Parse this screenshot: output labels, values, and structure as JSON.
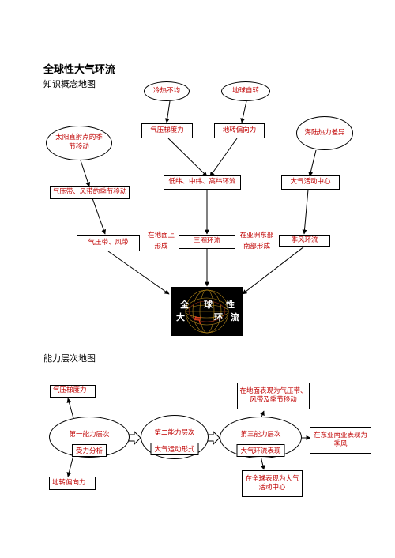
{
  "title": "全球性大气环流",
  "sections": {
    "concept_map": "知识概念地图",
    "ability_map": "能力层次地图"
  },
  "concept": {
    "uneven_heating": "冷热不均",
    "earth_rotation": "地球自转",
    "pressure_gradient": "气压梯度力",
    "coriolis": "地转偏向力",
    "land_sea": "海陆热力差异",
    "sun_shift": "太阳直射点的季节移动",
    "belts_shift": "气压带、风带的季节移动",
    "cells": "低纬、中纬、高纬环流",
    "centers": "大气活动中心",
    "belts": "气压带、风带",
    "three_cell": "三圈环流",
    "monsoon": "季风环流",
    "on_surface": "在地面上形成",
    "in_asia": "在亚洲东部南部形成",
    "globe_text": [
      "全",
      "球",
      "性",
      "大",
      "气",
      "环",
      "流"
    ]
  },
  "ability": {
    "pressure_gradient": "气压梯度力",
    "coriolis": "地转偏向力",
    "level1": "第一能力层次",
    "level1_box": "受力分析",
    "level2": "第二能力层次",
    "level2_box": "大气运动形式",
    "level3": "第三能力层次",
    "level3_box": "大气环流表现",
    "surface": "在地面表现为气压带、风带及季节移动",
    "global": "在全球表现为大气活动中心",
    "east_asia": "在东亚南亚表现为季风"
  }
}
